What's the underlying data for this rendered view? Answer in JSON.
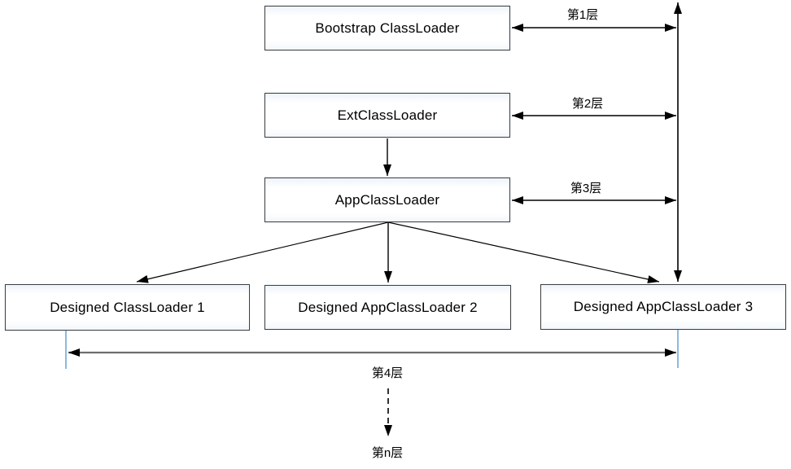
{
  "diagram": {
    "title": "ClassLoader hierarchy diagram",
    "boxes": [
      {
        "id": "bootstrap",
        "label": "Bootstrap ClassLoader"
      },
      {
        "id": "ext",
        "label": "ExtClassLoader"
      },
      {
        "id": "app",
        "label": "AppClassLoader"
      },
      {
        "id": "designed1",
        "label": "Designed ClassLoader 1"
      },
      {
        "id": "designed2",
        "label": "Designed AppClassLoader 2"
      },
      {
        "id": "designed3",
        "label": "Designed AppClassLoader 3"
      }
    ],
    "layer_labels": [
      {
        "id": "layer1",
        "label": "第1层"
      },
      {
        "id": "layer2",
        "label": "第2层"
      },
      {
        "id": "layer3",
        "label": "第3层"
      },
      {
        "id": "layer4",
        "label": "第4层"
      },
      {
        "id": "layerN",
        "label": "第n层"
      }
    ],
    "colors": {
      "line": "#000000",
      "gray_line": "#6e6e6e",
      "connector_blue": "#5b9bd5"
    }
  }
}
